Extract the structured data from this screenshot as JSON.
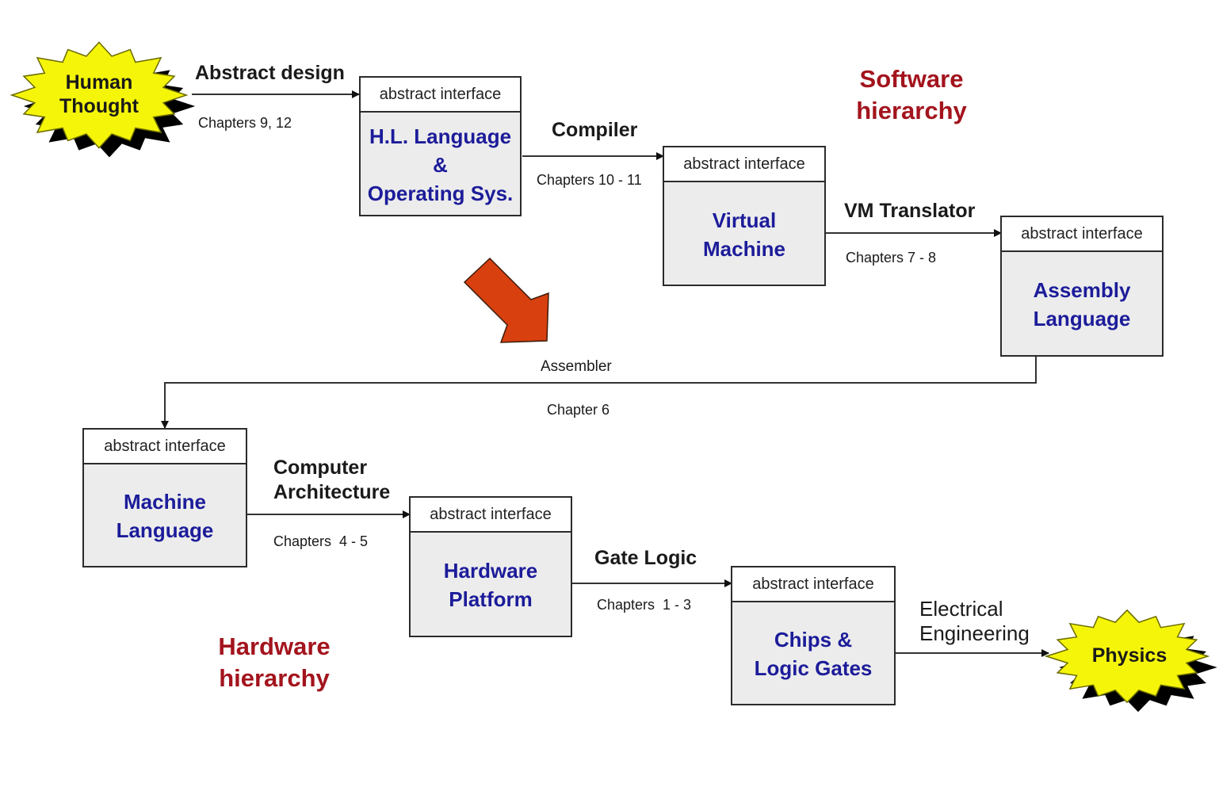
{
  "colors": {
    "box_border": "#2b2b2b",
    "box_fill": "#ececec",
    "box_text": "#1c1c9a",
    "title_red": "#a3141d",
    "star_fill": "#f5f50a",
    "arrow_orange": "#d9400f"
  },
  "headings": {
    "software": [
      "Software",
      "hierarchy"
    ],
    "hardware": [
      "Hardware",
      "hierarchy"
    ]
  },
  "stars": {
    "human_thought": [
      "Human",
      "Thought"
    ],
    "physics": [
      "Physics"
    ]
  },
  "interface_label": "abstract interface",
  "boxes": {
    "hl_language": [
      "H.L. Language",
      "&",
      "Operating Sys."
    ],
    "virtual_machine": [
      "Virtual",
      "Machine"
    ],
    "assembly_language": [
      "Assembly",
      "Language"
    ],
    "machine_language": [
      "Machine",
      "Language"
    ],
    "hardware_platform": [
      "Hardware",
      "Platform"
    ],
    "chips_logic_gates": [
      "Chips &",
      "Logic Gates"
    ]
  },
  "edges": {
    "abstract_design": {
      "title": "Abstract design",
      "chapters": "Chapters 9, 12"
    },
    "compiler": {
      "title": "Compiler",
      "chapters": "Chapters 10 - 11"
    },
    "vm_translator": {
      "title": "VM Translator",
      "chapters": "Chapters 7 - 8"
    },
    "assembler": {
      "title": "Assembler",
      "chapters": "Chapter 6"
    },
    "computer_architecture": {
      "title": [
        "Computer",
        "Architecture"
      ],
      "chapters": "Chapters  4 - 5"
    },
    "gate_logic": {
      "title": "Gate Logic",
      "chapters": "Chapters  1 - 3"
    },
    "electrical_engineering": {
      "title": [
        "Electrical",
        "Engineering"
      ]
    }
  }
}
